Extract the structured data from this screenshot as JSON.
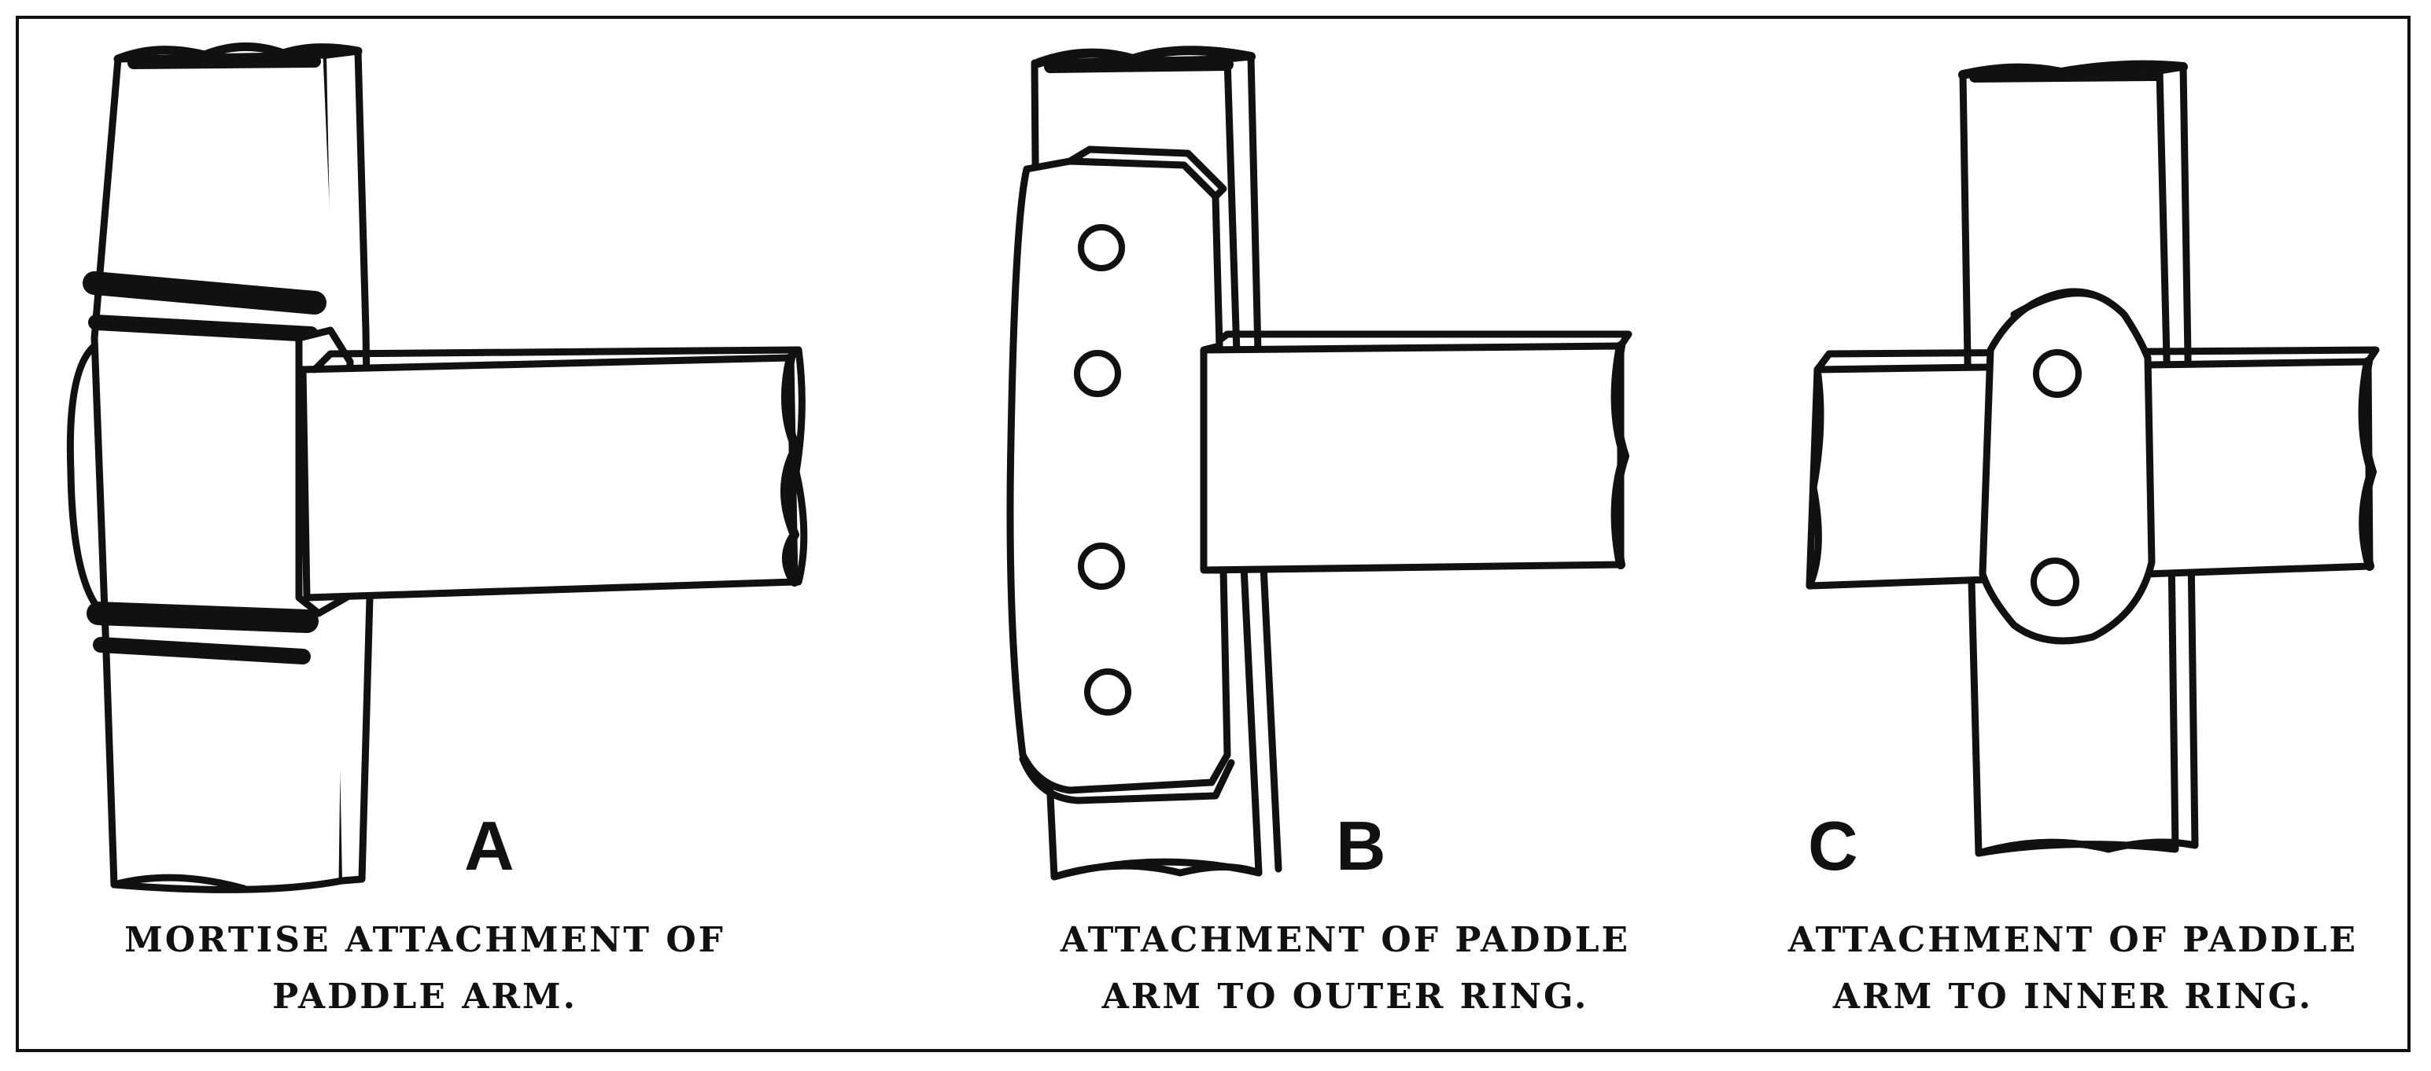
{
  "figures": [
    {
      "letter": "A",
      "caption_lines": [
        "MORTISE ATTACHMENT OF",
        "PADDLE ARM."
      ]
    },
    {
      "letter": "B",
      "caption_lines": [
        "ATTACHMENT OF PADDLE",
        "ARM TO OUTER RING."
      ]
    },
    {
      "letter": "C",
      "caption_lines": [
        "ATTACHMENT OF PADDLE",
        "ARM TO INNER RING."
      ]
    }
  ],
  "colors": {
    "ink": "#111111",
    "paper": "#ffffff"
  }
}
